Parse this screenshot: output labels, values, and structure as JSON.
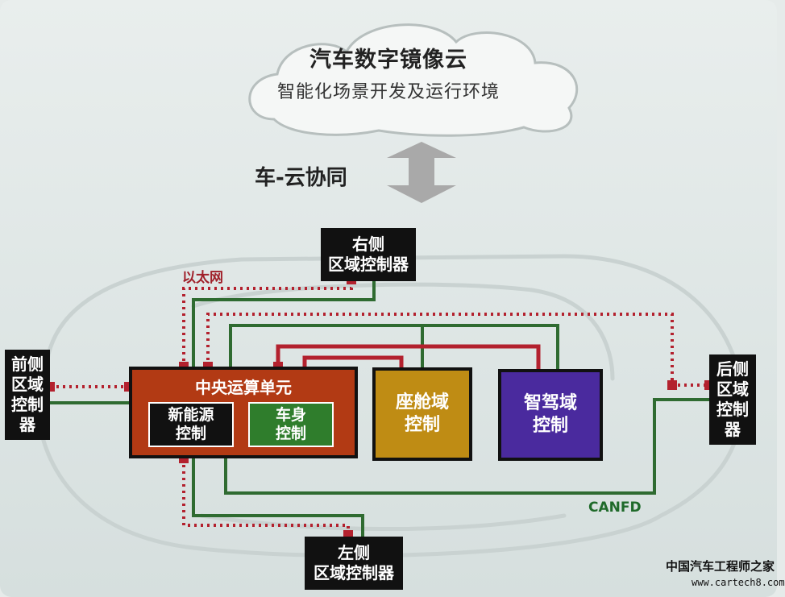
{
  "cloud": {
    "title": "汽车数字镜像云",
    "subtitle": "智能化场景开发及运行环境"
  },
  "sync_label": "车-云协同",
  "bus_labels": {
    "ethernet": "以太网",
    "canfd": "CANFD"
  },
  "zone_controllers": {
    "right": "右侧\n区域控制器",
    "left": "左侧\n区域控制器",
    "front": "前侧\n区域\n控制\n器",
    "rear": "后侧\n区域\n控制\n器"
  },
  "central_unit": {
    "title": "中央运算单元",
    "new_energy": "新能源\n控制",
    "body": "车身\n控制"
  },
  "domains": {
    "cockpit": "座舱域\n控制",
    "adas": "智驾域\n控制"
  },
  "colors": {
    "ethernet": "#b3212e",
    "canfd": "#2f6b31",
    "central_unit": "#b23a14",
    "cockpit": "#bf8c14",
    "adas": "#4a2a9e",
    "body": "#2f7d2c"
  },
  "watermark": {
    "cn": "中国汽车工程师之家",
    "url": "www.cartech8.com"
  }
}
